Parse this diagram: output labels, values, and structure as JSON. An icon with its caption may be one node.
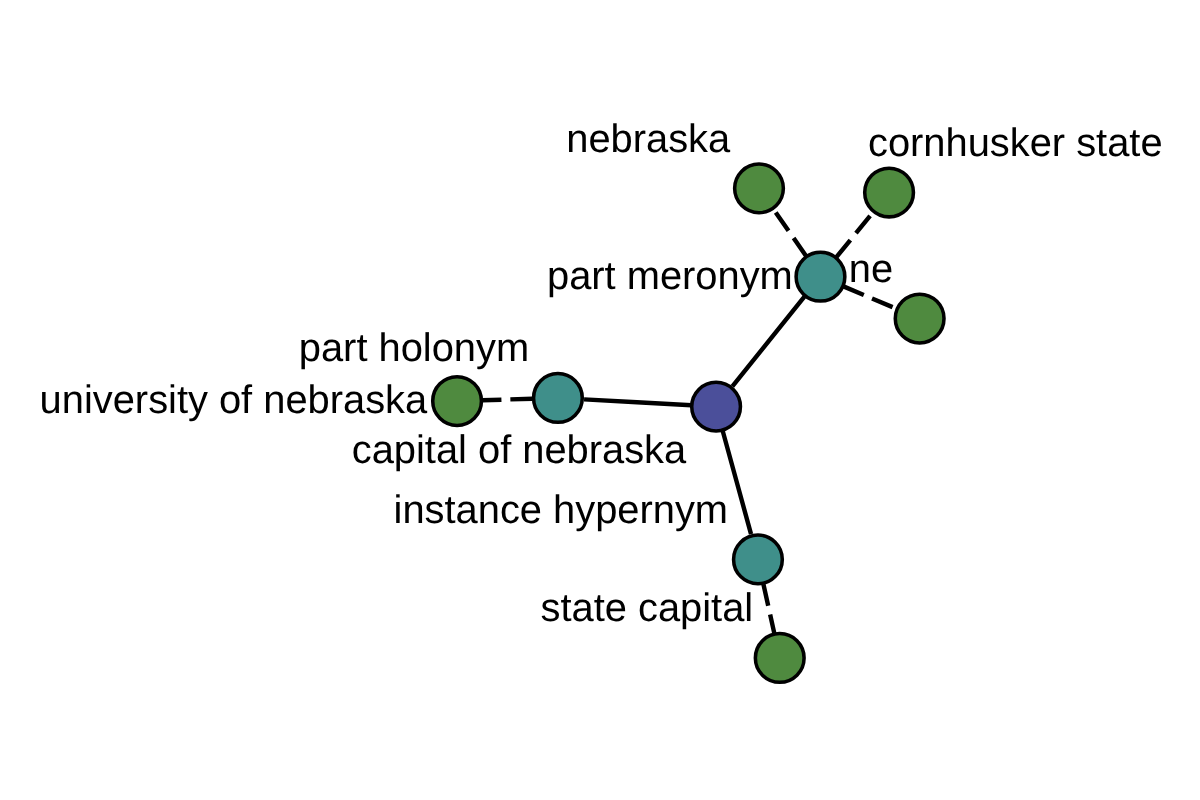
{
  "diagram": {
    "nodes": [
      {
        "text": [],
        "shape": "circle",
        "beside": [
          "capital of nebraska"
        ]
      },
      {
        "text": [],
        "shape": "circle",
        "beside": [
          "part meronym"
        ]
      },
      {
        "text": [],
        "shape": "circle",
        "beside": [
          "ne"
        ]
      },
      {
        "text": [],
        "shape": "circle",
        "beside": [
          "nebraska"
        ]
      },
      {
        "text": [],
        "shape": "circle",
        "beside": [
          "cornhusker state"
        ]
      },
      {
        "text": [],
        "shape": "circle",
        "beside": [
          "part holonym"
        ]
      },
      {
        "text": [],
        "shape": "circle",
        "beside": [
          "university of nebraska"
        ]
      },
      {
        "text": [],
        "shape": "circle",
        "beside": [
          "instance hypernym"
        ]
      },
      {
        "text": [],
        "shape": "circle",
        "beside": [
          "state capital"
        ]
      }
    ],
    "edges": [
      {
        "from": 0,
        "to": 1,
        "arrow": "none"
      },
      {
        "from": 1,
        "to": 2,
        "arrow": "none",
        "style": "dashed"
      },
      {
        "from": 1,
        "to": 3,
        "arrow": "none",
        "style": "dashed"
      },
      {
        "from": 1,
        "to": 4,
        "arrow": "none",
        "style": "dashed"
      },
      {
        "from": 0,
        "to": 5,
        "arrow": "none"
      },
      {
        "from": 5,
        "to": 6,
        "arrow": "none",
        "style": "dashed"
      },
      {
        "from": 0,
        "to": 7,
        "arrow": "none"
      },
      {
        "from": 7,
        "to": 8,
        "arrow": "none",
        "style": "dashed"
      }
    ]
  }
}
